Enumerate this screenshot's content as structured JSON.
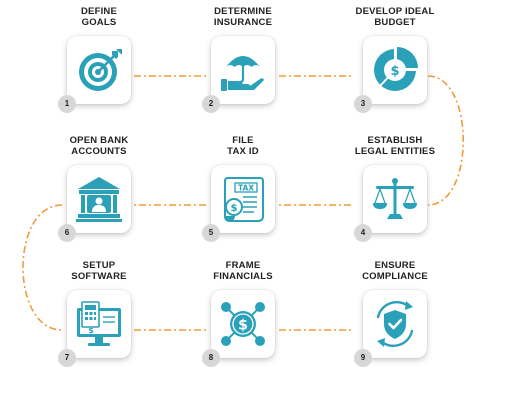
{
  "accent_color": "#2aa1b8",
  "connector_color": "#f29a3a",
  "steps": [
    {
      "number": "1",
      "title_line1": "DEFINE",
      "title_line2": "GOALS",
      "icon": "target-icon"
    },
    {
      "number": "2",
      "title_line1": "DETERMINE",
      "title_line2": "INSURANCE",
      "icon": "umbrella-hand-icon"
    },
    {
      "number": "3",
      "title_line1": "DEVELOP IDEAL",
      "title_line2": "BUDGET",
      "icon": "budget-pie-icon"
    },
    {
      "number": "4",
      "title_line1": "ESTABLISH",
      "title_line2": "LEGAL ENTITIES",
      "icon": "scales-icon"
    },
    {
      "number": "5",
      "title_line1": "FILE",
      "title_line2": "TAX ID",
      "icon": "tax-document-icon"
    },
    {
      "number": "6",
      "title_line1": "OPEN BANK",
      "title_line2": "ACCOUNTS",
      "icon": "bank-icon"
    },
    {
      "number": "7",
      "title_line1": "SETUP",
      "title_line2": "SOFTWARE",
      "icon": "software-monitor-icon"
    },
    {
      "number": "8",
      "title_line1": "FRAME",
      "title_line2": "FINANCIALS",
      "icon": "financial-network-icon"
    },
    {
      "number": "9",
      "title_line1": "ENSURE",
      "title_line2": "COMPLIANCE",
      "icon": "shield-check-icon"
    }
  ]
}
